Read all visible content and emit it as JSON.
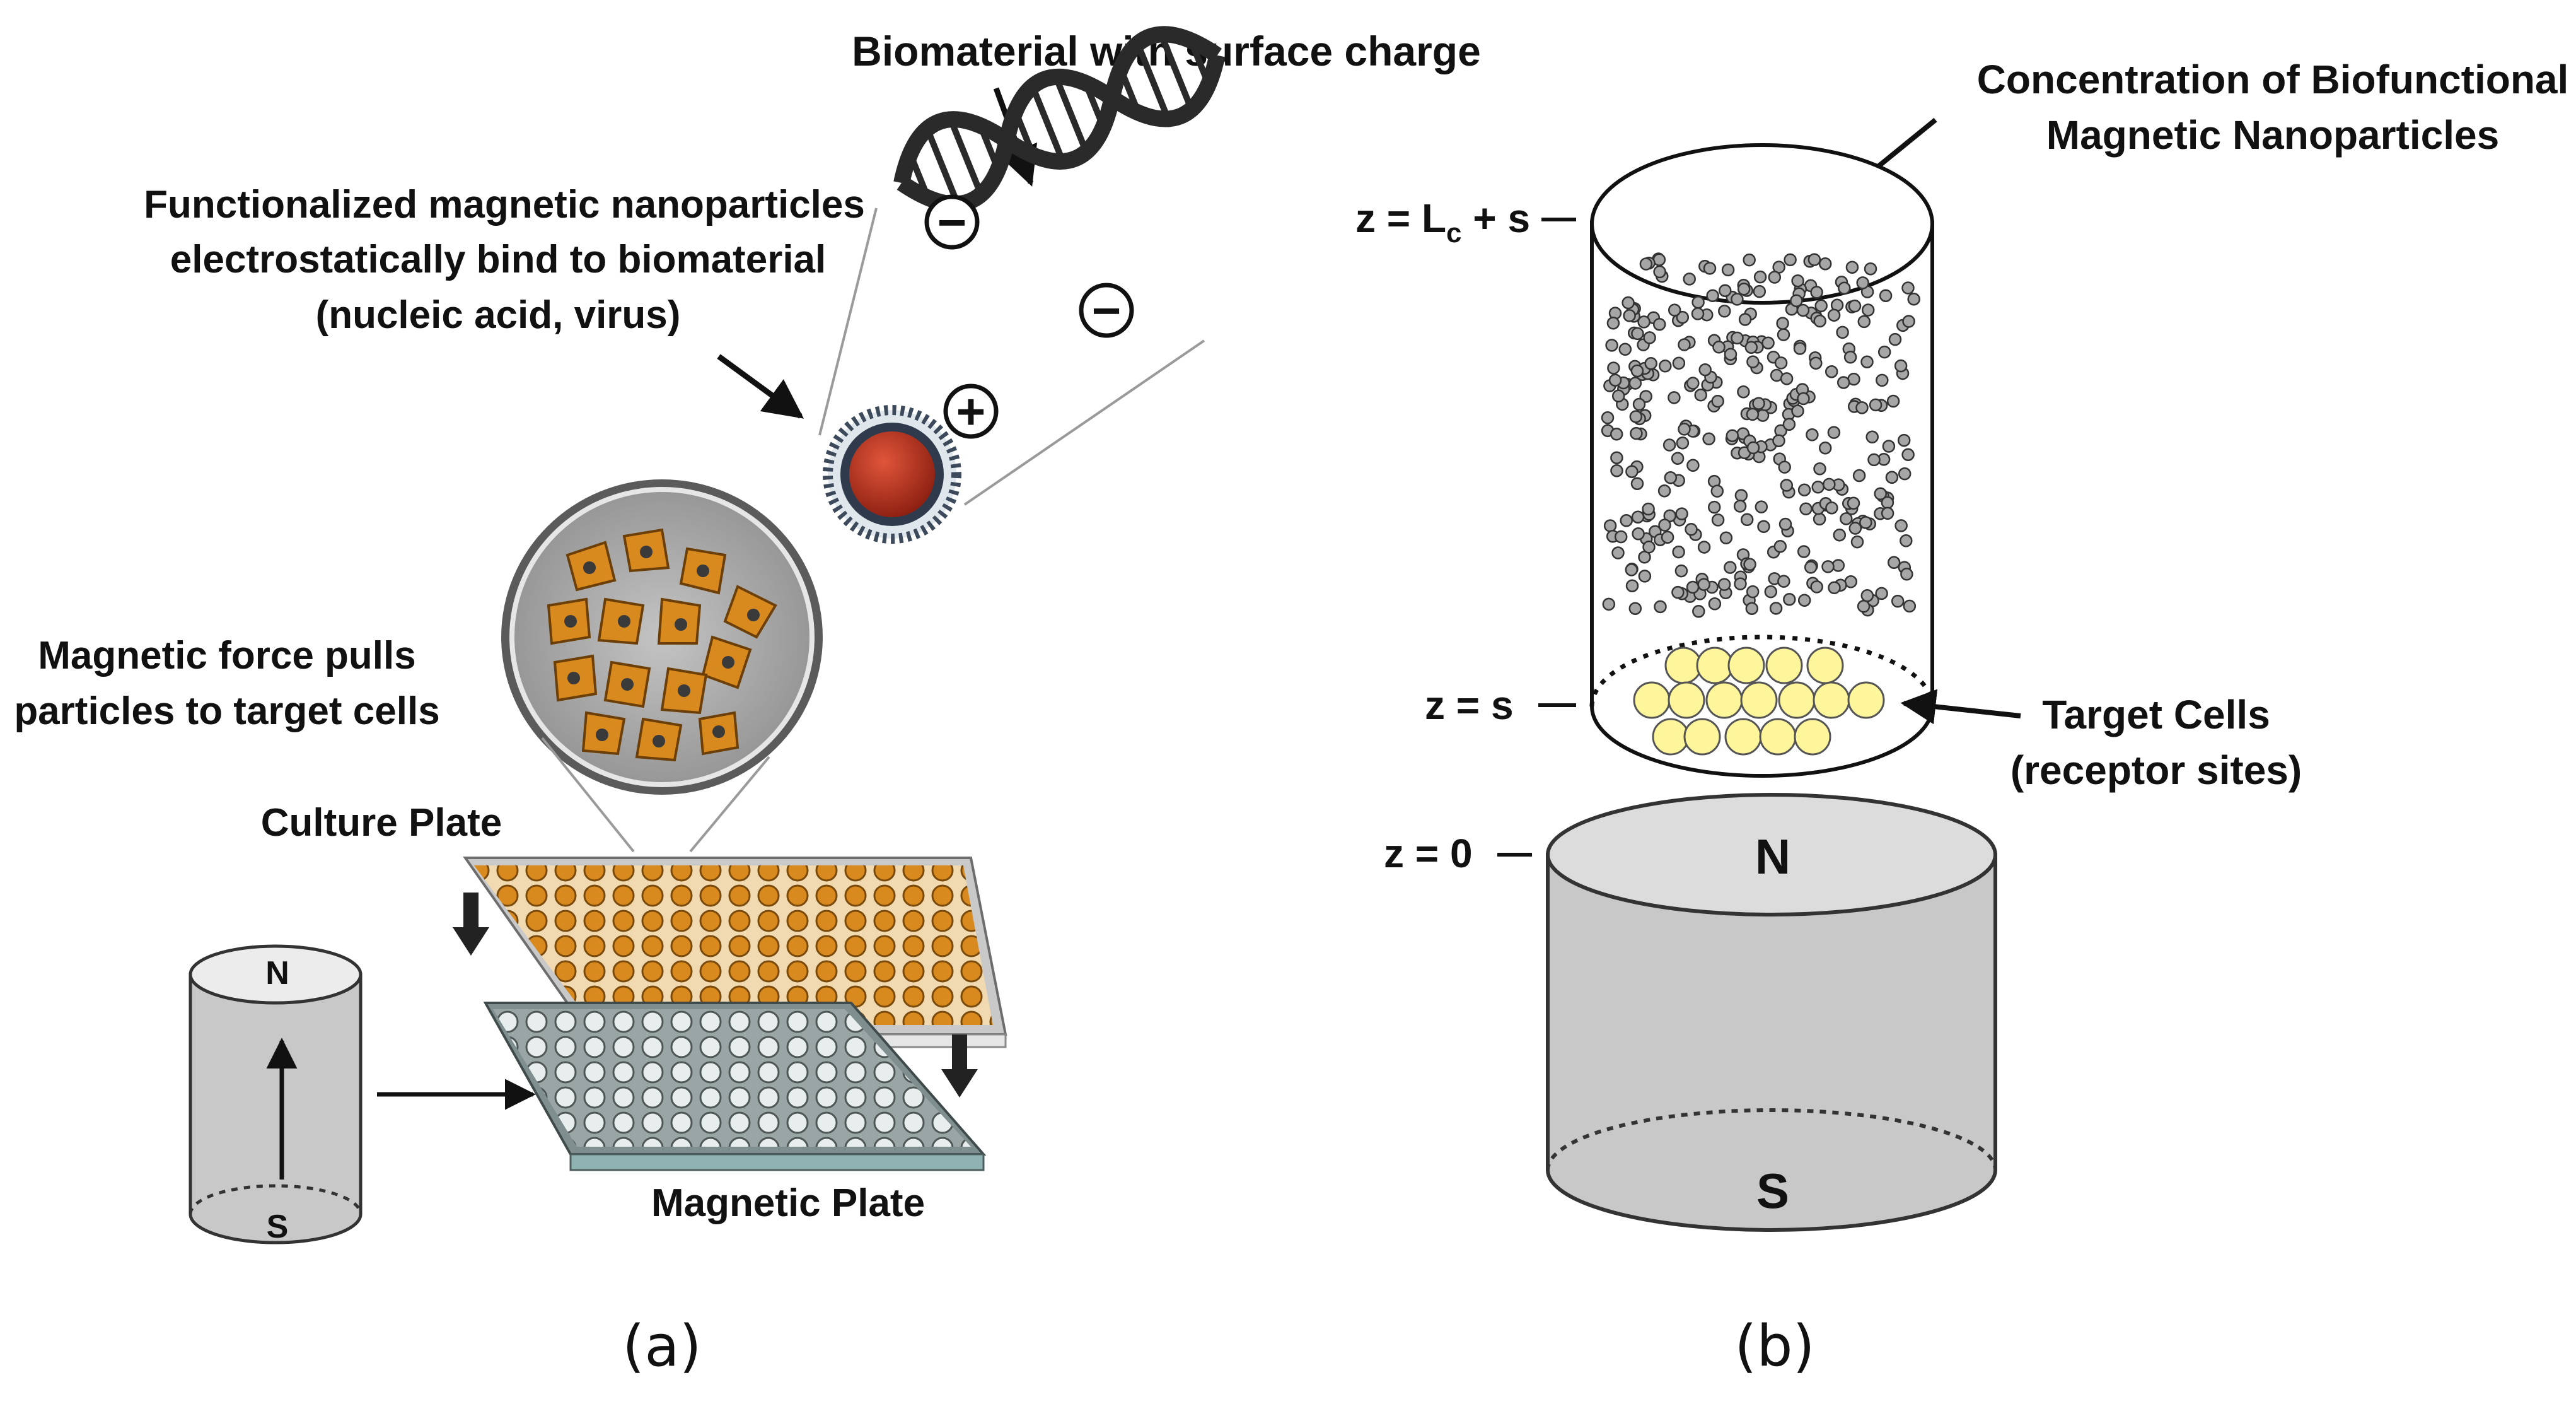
{
  "panel_a": {
    "caption": "(a)",
    "biomaterial_label": "Biomaterial  with surface charge",
    "functionalized_label": [
      "Functionalized magnetic nanoparticles",
      "electrostatically bind to biomaterial",
      "(nucleic acid, virus)"
    ],
    "force_label": [
      "Magnetic force pulls",
      "particles to target cells"
    ],
    "culture_plate_label": "Culture Plate",
    "magnetic_plate_label": "Magnetic Plate",
    "magnet_north": "N",
    "magnet_south": "S",
    "negative_sign": "−",
    "positive_sign": "+"
  },
  "panel_b": {
    "caption": "(b)",
    "concentration_label": [
      "Concentration of Biofunctional",
      "Magnetic Nanoparticles"
    ],
    "z_top_main": "z = L",
    "z_top_sub": "c",
    "z_top_tail": " + s",
    "z_s": "z = s",
    "z_0": "z = 0",
    "target_label": [
      "Target Cells",
      "(receptor sites)"
    ],
    "magnet_north": "N",
    "magnet_south": "S"
  },
  "colors": {
    "magnet_gray": "#c8c8c8",
    "cell_yellow": "#fff59a",
    "particle_gray": "#a6a6a6",
    "culture_orange": "#d88a1f",
    "bead_red": "#b8311f",
    "dna_dark": "#2a2a2a"
  }
}
